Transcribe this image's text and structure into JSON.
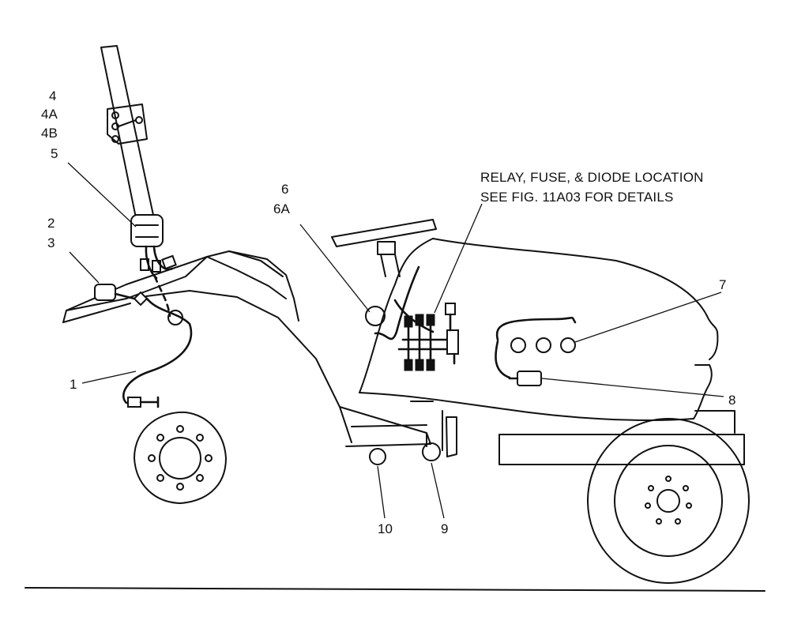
{
  "callouts": [
    {
      "id": "1",
      "text": "1"
    },
    {
      "id": "2",
      "text": "2"
    },
    {
      "id": "3",
      "text": "3"
    },
    {
      "id": "4",
      "text": "4"
    },
    {
      "id": "4A",
      "text": "4A"
    },
    {
      "id": "4B",
      "text": "4B"
    },
    {
      "id": "5",
      "text": "5"
    },
    {
      "id": "6",
      "text": "6"
    },
    {
      "id": "6A",
      "text": "6A"
    },
    {
      "id": "7",
      "text": "7"
    },
    {
      "id": "8",
      "text": "8"
    },
    {
      "id": "9",
      "text": "9"
    },
    {
      "id": "10",
      "text": "10"
    }
  ],
  "note": {
    "line1": "RELAY, FUSE, & DIODE LOCATION",
    "line2": "SEE FIG. 11A03 FOR DETAILS"
  }
}
